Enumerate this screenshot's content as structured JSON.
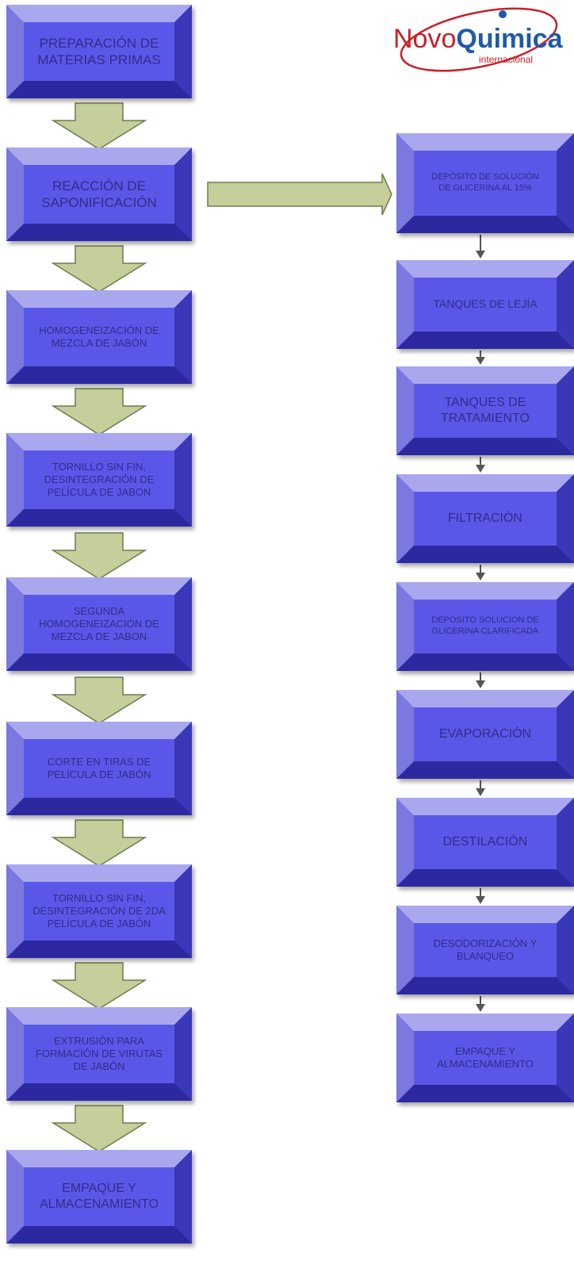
{
  "logo": {
    "name_part1": "Novo",
    "name_part2": "Quimica",
    "tagline": "internacional"
  },
  "left_flow": [
    "PREPARACIÓN DE\nMATERIAS PRIMAS",
    "REACCIÓN DE\nSAPONIFICACIÓN",
    "HOMOGENEIZACIÓN DE\nMEZCLA DE JABÓN",
    "TORNILLO SIN FIN,\nDESINTEGRACIÓN DE\nPELÍCULA DE JABON",
    "SEGUNDA\nHOMOGENEIZACIÓN DE\nMEZCLA DE JABON",
    "CORTE EN TIRAS DE\nPELÍCULA DE JABÓN",
    "TORNILLO SIN FIN,\nDESINTEGRACIÓN DE 2DA\nPELÍCULA DE JABÓN",
    "EXTRUSIÓN PARA\nFORMACIÓN DE VIRUTAS\nDE JABÓN",
    "EMPAQUE Y\nALMACENAMIENTO"
  ],
  "right_flow": [
    "DEPÓSITO DE SOLUCIÓN\nDE GLICERINA AL 15%",
    "TANQUES DE LEJÍA",
    "TANQUES DE\nTRATAMIENTO",
    "FILTRACIÓN",
    "DEPÓSITO SOLUCIÓN DE\nGLICERINA CLARIFICADA",
    "EVAPORACIÓN",
    "DESTILACIÓN",
    "DESODORIZACIÓN Y\nBLANQUEO",
    "EMPAQUE Y\nALMACENAMIENTO"
  ],
  "colors": {
    "box_face": "#5a57e8",
    "box_text": "#2f2d8a",
    "flow_arrow": "#c5cf9b",
    "flow_arrow_border": "#6f7a4a",
    "small_arrow": "#555555",
    "logo_red": "#c8202a",
    "logo_blue": "#1f5aa8"
  }
}
